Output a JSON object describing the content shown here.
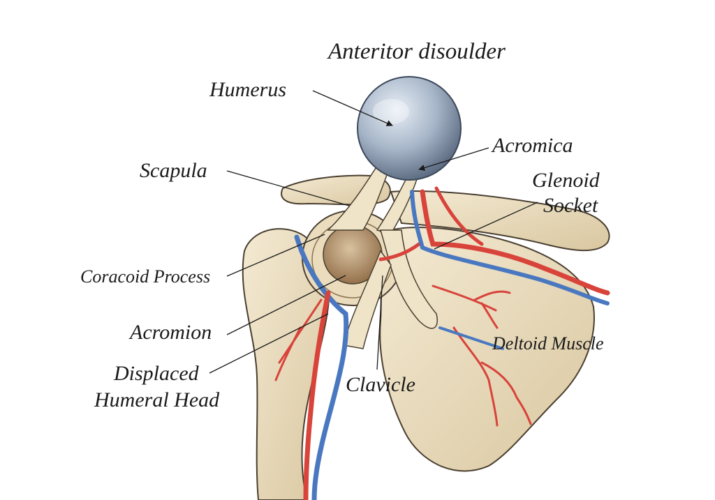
{
  "title": "Anteritor disoulder",
  "labels": {
    "humerus": "Humerus",
    "acromica": "Acromica",
    "scapula": "Scapula",
    "glenoid_line1": "Glenoid",
    "glenoid_line2": "Socket",
    "coracoid": "Coracoid Process",
    "acromion": "Acromion",
    "displaced_line1": "Displaced",
    "displaced_line2": "Humeral Head",
    "clavicle": "Clavicle",
    "deltoid": "Deltoid Muscle"
  },
  "colors": {
    "bone": "#ece0c4",
    "bone_shadow": "#c9b48c",
    "outline": "#4a3f30",
    "artery": "#d8433a",
    "vein": "#4a78c0",
    "ball": "#a7b6c8",
    "ball_dark": "#6d7f96",
    "capsule": "#a07a55"
  }
}
